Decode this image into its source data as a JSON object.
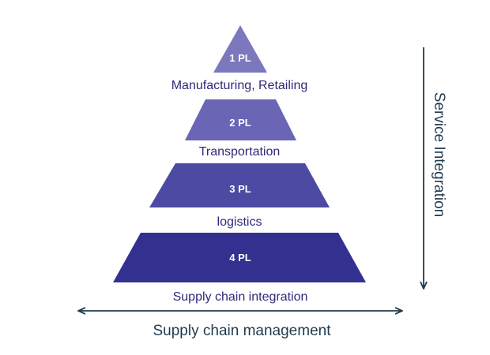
{
  "tiers": [
    {
      "label": "1 PL",
      "caption": "Manufacturing, Retailing",
      "color": "#7b78be"
    },
    {
      "label": "2 PL",
      "caption": "Transportation",
      "color": "#6a66b5"
    },
    {
      "label": "3 PL",
      "caption": "logistics",
      "color": "#4d4aa3"
    },
    {
      "label": "4 PL",
      "caption": "Supply chain integration",
      "color": "#333090"
    }
  ],
  "horizontal_axis": {
    "label": "Supply chain management",
    "color": "#1f3b4d"
  },
  "vertical_axis": {
    "label": "Service Integration",
    "color": "#1f3b4d"
  }
}
